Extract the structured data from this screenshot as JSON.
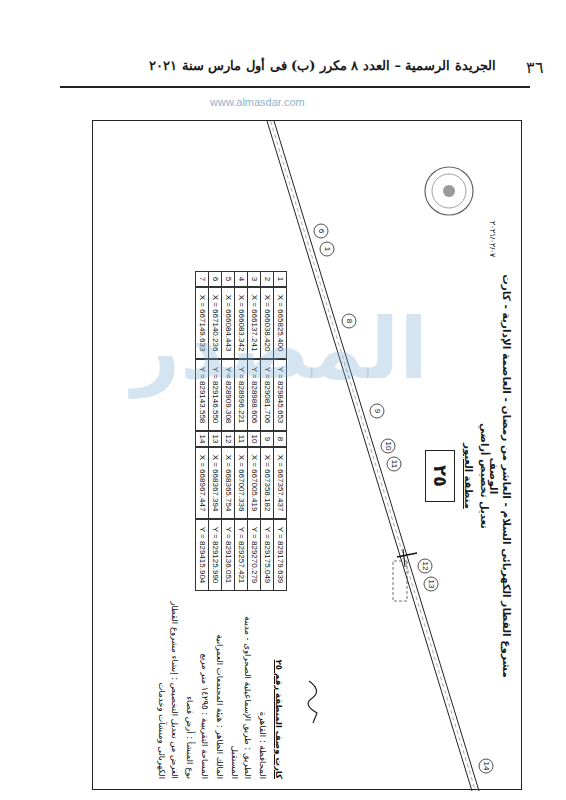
{
  "diagram": {
    "title": "مشروع القطار الكهربائى السلام - العاشر من رمضان - العاصمة الإدارية - كارت الوصف",
    "nodes": [
      {
        "text": [
          "٢٥"
        ]
      }
    ],
    "labels": [
      "٣٦",
      "الجريدة الرسمية – العدد ٨ مكرر (ب) فى أول مارس سنة ٢٠٢١",
      "تعديل تخصيص أراضي",
      "منطقة العبور",
      "٢٠٢١/٠٢/٠٧",
      "1",
      "X = 665825.400",
      "Y = 829845.653",
      "8",
      "X = 667357.437",
      "Y = 829179.639",
      "2",
      "X = 666038.420",
      "Y = 829081.706",
      "9",
      "X = 667358.182",
      "Y = 829175.049",
      "3",
      "X = 666137.241",
      "Y = 828988.606",
      "10",
      "X = 667005.419",
      "Y = 829270.279",
      "4",
      "X = 666083.342",
      "Y = 828996.221",
      "11",
      "X = 667007.336",
      "Y = 829257.421",
      "5",
      "X = 666084.443",
      "Y = 828909.308",
      "12",
      "X = 668365.754",
      "Y = 829136.051",
      "6",
      "X = 667140.236",
      "Y = 829146.550",
      "13",
      "X = 668367.394",
      "Y = 829125.990",
      "7",
      "X = 667149.633",
      "Y = 829143.558",
      "14",
      "X = 668967.447",
      "Y = 829415.904",
      "6",
      "1",
      "8",
      "9",
      "10",
      "11",
      "12",
      "13",
      "14",
      "كارت وصف المنطقة رقم ٢٥",
      "المحافظة : القاهرة",
      "الطريق : طريق الإسماعيلية الصحراوى - مدينة المستقبل",
      "المالك الظاهر : هيئة المجتمعات العمرانية",
      "المساحة التقريبية : ١٤٢٩٥ متر مربع",
      "نوع المنشأ : أرض فضاء",
      "الغرض من تعديل التخصيص : إنشاء مشروع القطار الكهربائى ومنشآت وخدمات",
      "المصدر",
      "www.almasdar.com"
    ]
  }
}
